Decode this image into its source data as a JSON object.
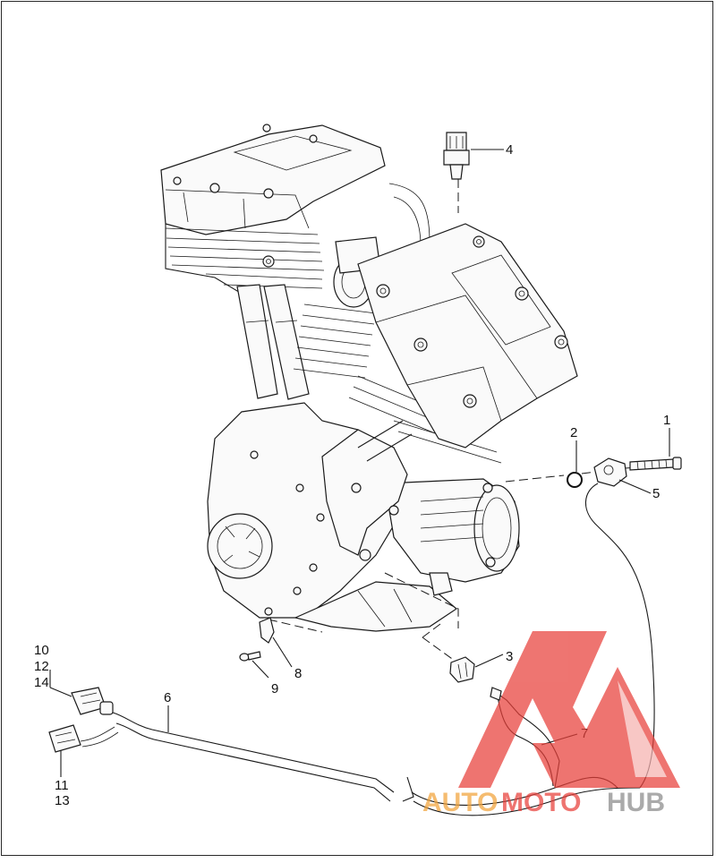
{
  "callouts": [
    {
      "id": "1",
      "label": "1"
    },
    {
      "id": "2",
      "label": "2"
    },
    {
      "id": "3",
      "label": "3"
    },
    {
      "id": "4",
      "label": "4"
    },
    {
      "id": "5",
      "label": "5"
    },
    {
      "id": "6",
      "label": "6"
    },
    {
      "id": "7",
      "label": "7"
    },
    {
      "id": "8",
      "label": "8"
    },
    {
      "id": "9",
      "label": "9"
    },
    {
      "id": "10",
      "label": "10"
    },
    {
      "id": "11",
      "label": "11"
    },
    {
      "id": "12",
      "label": "12"
    },
    {
      "id": "13",
      "label": "13"
    },
    {
      "id": "14",
      "label": "14"
    }
  ],
  "watermark": {
    "text_part1": "AUTO",
    "text_part2": "MOTO",
    "text_part3": "HUB",
    "color_red": "#e8403a",
    "color_orange": "#f2a33a",
    "color_gray": "#8a8a8a"
  }
}
